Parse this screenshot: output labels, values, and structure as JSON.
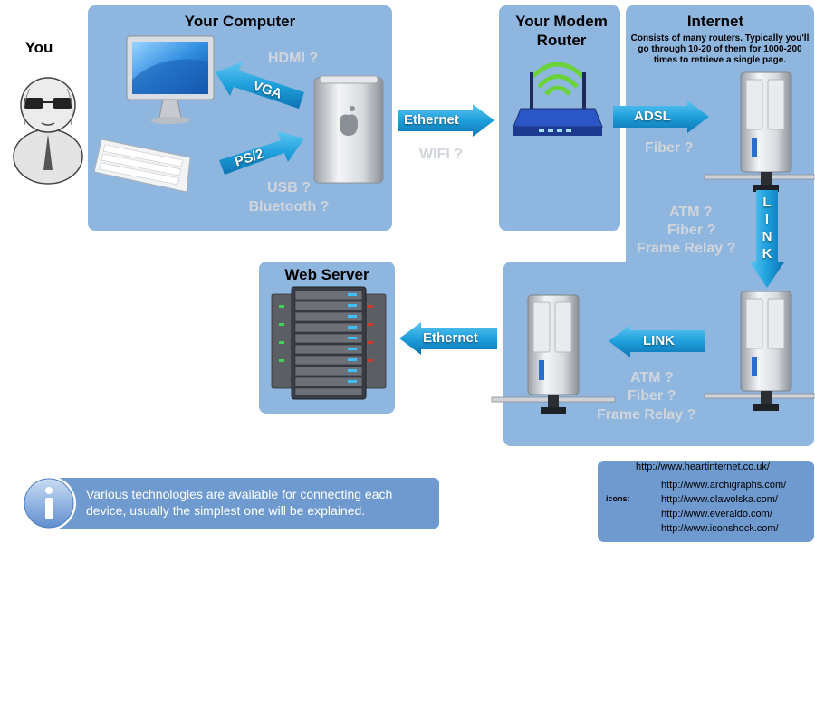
{
  "you": {
    "label": "You"
  },
  "computer": {
    "title": "Your Computer",
    "vga": "VGA",
    "hdmi": "HDMI ?",
    "ps2": "PS/2",
    "usb": "USB ?",
    "bluetooth": "Bluetooth ?"
  },
  "link1": {
    "ethernet": "Ethernet",
    "wifi": "WIFI ?"
  },
  "router": {
    "title_line1": "Your Modem",
    "title_line2": "Router"
  },
  "internet": {
    "title": "Internet",
    "note_line1": "Consists of many routers. Typically you'll",
    "note_line2": "go through 10-20 of them for 1000-200",
    "note_line3": "times to retrieve a single page.",
    "adsl": "ADSL",
    "fiber": "Fiber ?",
    "link_vertical": "LINK",
    "atm1": "ATM ?",
    "fiber1": "Fiber ?",
    "frame1": "Frame Relay ?",
    "link_horizontal": "LINK",
    "atm2": "ATM ?",
    "fiber2": "Fiber ?",
    "frame2": "Frame Relay ?"
  },
  "link2": {
    "ethernet": "Ethernet"
  },
  "webserver": {
    "title": "Web Server"
  },
  "info": {
    "line1": "Various technologies are available for connecting each",
    "line2": "device, usually the simplest one will be explained."
  },
  "credits": {
    "source": "http://www.heartinternet.co.uk/",
    "icons_label": "icons:",
    "icon_links": [
      "http://www.archigraphs.com/",
      "http://www.olawolska.com/",
      "http://www.everaldo.com/",
      "http://www.iconshock.com/"
    ]
  },
  "colors": {
    "panel": "#8fb6df",
    "arrow": "#1a9ad6",
    "gray_text": "#d0d5dc"
  }
}
